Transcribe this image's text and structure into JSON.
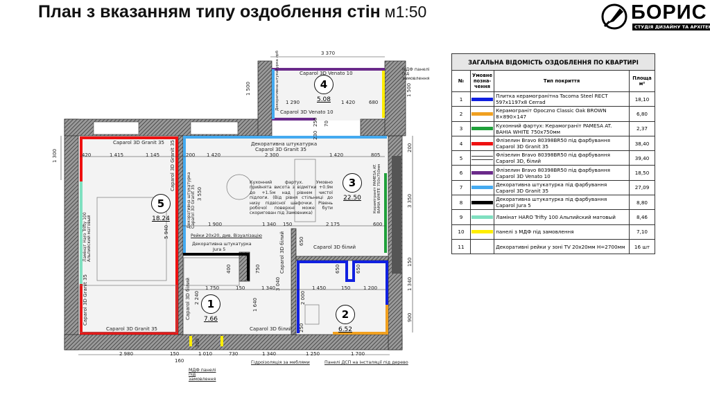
{
  "title": "План з вказанням типу оздоблення стін",
  "scale": "м1:50",
  "logo": {
    "brand": "БОРИС",
    "subtitle": "СТУДІЯ ДИЗАЙНУ ТА АРХІТЕКТУРИ",
    "icon": "paint-brush-icon"
  },
  "rooms": [
    {
      "number": "1",
      "area": "7.66"
    },
    {
      "number": "2",
      "area": "6.52"
    },
    {
      "number": "3",
      "area": "22.50"
    },
    {
      "number": "4",
      "area": "5.08"
    },
    {
      "number": "5",
      "area": "18.24"
    }
  ],
  "dims": [
    "3 370",
    "1 300",
    "5 940",
    "1 500",
    "1 500",
    "420",
    "1 415",
    "1 145",
    "200",
    "1 420",
    "2 300",
    "1 420",
    "805",
    "1 900",
    "1 340",
    "150",
    "2 175",
    "600",
    "1 750",
    "150",
    "1 340",
    "1 450",
    "150",
    "1 200",
    "2 980",
    "150",
    "160",
    "1 010",
    "730",
    "1 340",
    "1 250",
    "1 700",
    "200",
    "3 350",
    "150",
    "1 340",
    "900",
    "1 290",
    "1 420",
    "680",
    "3 550",
    "2 240",
    "1 640",
    "3 040",
    "2 000",
    "750",
    "400",
    "650",
    "650",
    "650",
    "300",
    "250",
    "250",
    "230",
    "70"
  ],
  "labels": {
    "venato_top": "Caparol 3D Venato 10",
    "venato_bottom": "Caparol 3D Venato 10",
    "granit_r5_top": "Caparol 3D Granit 35",
    "granit_r5_side": "Caparol 3D Granit 35",
    "granit_r5_left": "Caparol 3D Granit 35",
    "granit_r5_bottom": "Caparol 3D Granit 35",
    "decor_r3_a": "Декоративна штукатурка",
    "decor_r3_b": "Caparol 3D Granit 35",
    "decor_r3_side": "Декоративна штукатурка Caparol 3D Granit 35",
    "decor_r4_side": "Декоративна штукатурка лрб",
    "kitchen_note": "Кухонний фартух. Умовно прийнята висота з відмітки +0.9м до +1.5м над рівнем чистої підлоги. (Від рівня стільниці до низу підвісної шафочки. Рівень робочої поверхні може бути скоригован під Замовника)",
    "rails": "Рейки 20х20, див. Візуалізацію",
    "jura_a": "Декоративна штукатурка",
    "jura_b": "Jura 5",
    "white_kitchen": "Caparol 3D білий",
    "white_r1_side": "Caparol 3D білий",
    "white_r1_hall": "Caparol 3D білий",
    "white_r1_bottom": "Caparol 3D білий",
    "laminate": "Ламінат Haro Trifty 100 Альпийский матовый",
    "pamesa": "Кераміграніт PAMESA AT. BAHIA WHITE 750х750мм",
    "mdf_r4": "МДФ панелі під замовлення",
    "mdf_entry": "МДФ панелі під замовлення",
    "waterproof": "Гідроізоляція за меблями",
    "dsp": "Панелі ДСП на інсталяції під дерево"
  },
  "table": {
    "caption": "ЗАГАЛЬНА ВІДОМІСТЬ ОЗДОБЛЕННЯ ПО КВАРТИРІ",
    "headers": {
      "num": "№",
      "legend": "Умовне позна-чення",
      "type": "Тип покриття",
      "area": "Площа м²"
    },
    "rows": [
      {
        "num": "1",
        "color": "#1020e0",
        "type": "Плитка керамогранітна Tacoma Steel RECT 597х1197х8 Cerrad",
        "area": "18,10"
      },
      {
        "num": "2",
        "color": "#f0a020",
        "type": "Керамограніт Opoczno Classic Oak BROWN 8×890×147",
        "area": "6,80"
      },
      {
        "num": "3",
        "color": "#1fa03a",
        "type": "Кухонний фартух: Керамограніт PAMESA AT. BAHIA WHITE 750х750мм",
        "area": "2,37"
      },
      {
        "num": "4",
        "color": "#ee1111",
        "type": "Флізелин Bravo 80398BR50 під фарбування Caparol 3D Granit 35",
        "area": "38,40"
      },
      {
        "num": "5",
        "color": "double-line",
        "type": "Флізелин Bravo 80398BR50 під фарбування Caparol 3D, білий",
        "area": "39,40"
      },
      {
        "num": "6",
        "color": "#6a2a8a",
        "type": "Флізелин Bravo 80398BR50 під фарбування Caparol 3D Venato 10",
        "area": "18,50"
      },
      {
        "num": "7",
        "color": "#44aaf0",
        "type": "Декоративна штукатурка під фарбування Caparol 3D Granit 35",
        "area": "27,09"
      },
      {
        "num": "8",
        "color": "#000000",
        "type": "Декоративна штукатурка під фарбування Caparol Jura 5",
        "area": "8,80"
      },
      {
        "num": "9",
        "color": "#7fe0c0",
        "type": "Ламінат HARO Trifty 100 Альпийский матовый",
        "area": "8,46"
      },
      {
        "num": "10",
        "color": "#ffee00",
        "type": "панелі з МДФ під замовлення",
        "area": "7,10"
      },
      {
        "num": "11",
        "color": "",
        "type": "Декоративні рейки у зоні TV 20х20мм H=2700мм",
        "area": "16 шт"
      }
    ]
  }
}
